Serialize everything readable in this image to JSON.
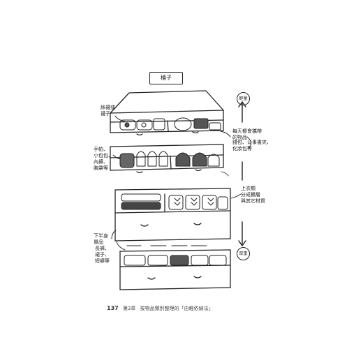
{
  "title": "櫃子",
  "scale": {
    "top": "輕量",
    "bottom": "厚重"
  },
  "annotations": {
    "socks": "絲襪或\n襪子",
    "accessories": "手帕、\n小包包、\n內褲、\n胸罩等",
    "daily_items": "每天都會攜帶\n的物品",
    "daily_examples": "錢包、公事書夾、\n化妝包等",
    "tops": "上衣類\n分成櫃層\n與其它材質",
    "bottoms": "下半身\n單品",
    "bottoms_examples": "長褲、\n裙子、\n短褲等"
  },
  "footer": {
    "page": "137",
    "chapter": "第3章",
    "text": "按物品類別整理的「由輕依納法」"
  }
}
